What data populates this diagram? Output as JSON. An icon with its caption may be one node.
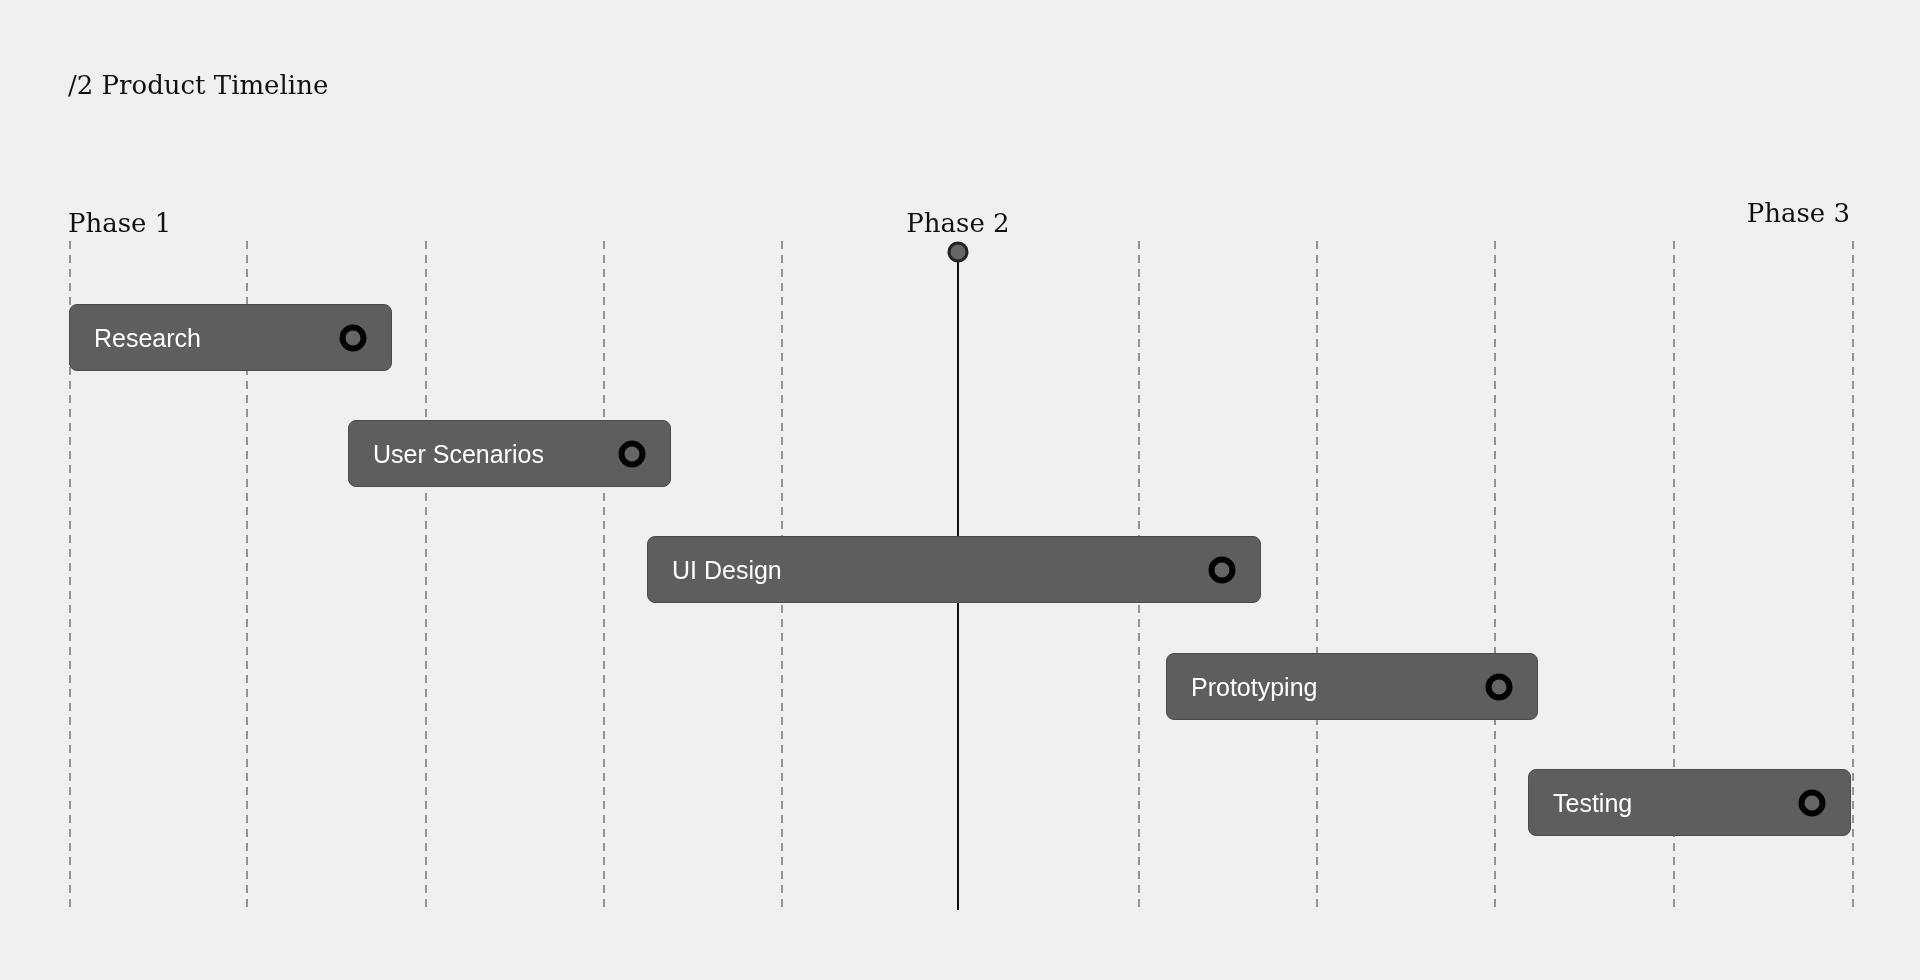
{
  "diagram": {
    "title": "/2 Product Timeline",
    "nodes": [
      {
        "text": [
          "Research"
        ]
      },
      {
        "text": [
          "User Scenarios"
        ]
      },
      {
        "text": [
          "UI Design"
        ]
      },
      {
        "text": [
          "Prototyping"
        ]
      },
      {
        "text": [
          "Testing"
        ]
      }
    ],
    "labels": [
      "Phase 1",
      "Phase 2",
      "Phase 3"
    ]
  }
}
